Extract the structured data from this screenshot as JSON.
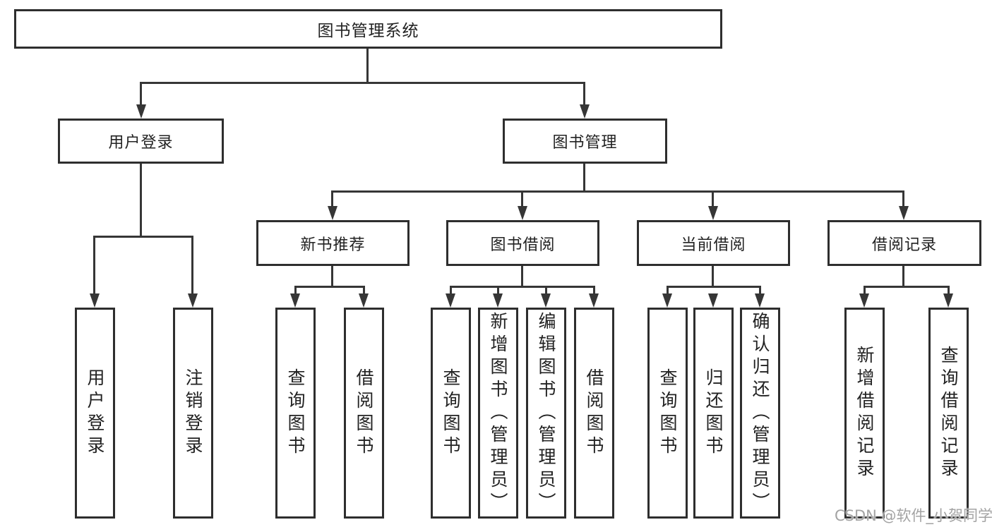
{
  "diagram": {
    "root": {
      "label": "图书管理系统"
    },
    "level2": [
      {
        "label": "用户登录"
      },
      {
        "label": "图书管理"
      }
    ],
    "level3": [
      {
        "label": "新书推荐"
      },
      {
        "label": "图书借阅"
      },
      {
        "label": "当前借阅"
      },
      {
        "label": "借阅记录"
      }
    ],
    "leaves": {
      "user_login": [
        {
          "label": "用户登录"
        },
        {
          "label": "注销登录"
        }
      ],
      "new_book": [
        {
          "label": "查询图书"
        },
        {
          "label": "借阅图书"
        }
      ],
      "book_borrow": [
        {
          "label": "查询图书"
        },
        {
          "label": "新增图书（管理员）"
        },
        {
          "label": "编辑图书（管理员）"
        },
        {
          "label": "借阅图书"
        }
      ],
      "current_borrow": [
        {
          "label": "查询图书"
        },
        {
          "label": "归还图书"
        },
        {
          "label": "确认归还（管理员）"
        }
      ],
      "borrow_record": [
        {
          "label": "新增借阅记录"
        },
        {
          "label": "查询借阅记录"
        }
      ]
    }
  },
  "watermark": "CSDN @软件_小贺同学",
  "colors": {
    "line": "#363636",
    "box_border": "#2e2e2e",
    "text": "#222222",
    "watermark": "#a3a3a3",
    "background": "#ffffff"
  }
}
